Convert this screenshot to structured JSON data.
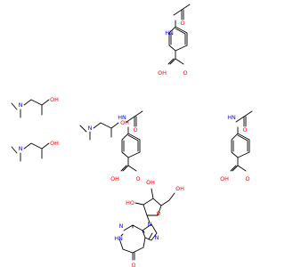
{
  "structure": {
    "molecules": [
      {
        "name": "4-acetamidobenzoic acid",
        "copies": 3,
        "labels": {
          "nh": "HN",
          "carbonyl_o": "O",
          "acid_o": "O",
          "acid_oh": "OH"
        }
      },
      {
        "name": "1-(dimethylamino)propan-2-ol",
        "copies": 3,
        "labels": {
          "n": "N",
          "oh": "OH"
        }
      },
      {
        "name": "inosine",
        "copies": 1,
        "labels": {
          "n": "N",
          "nh": "HN",
          "o": "O",
          "oh": "OH",
          "ho": "HO"
        }
      }
    ],
    "colors": {
      "bond": "#000000",
      "nitrogen": "#0000ff",
      "oxygen": "#ff0000"
    }
  }
}
